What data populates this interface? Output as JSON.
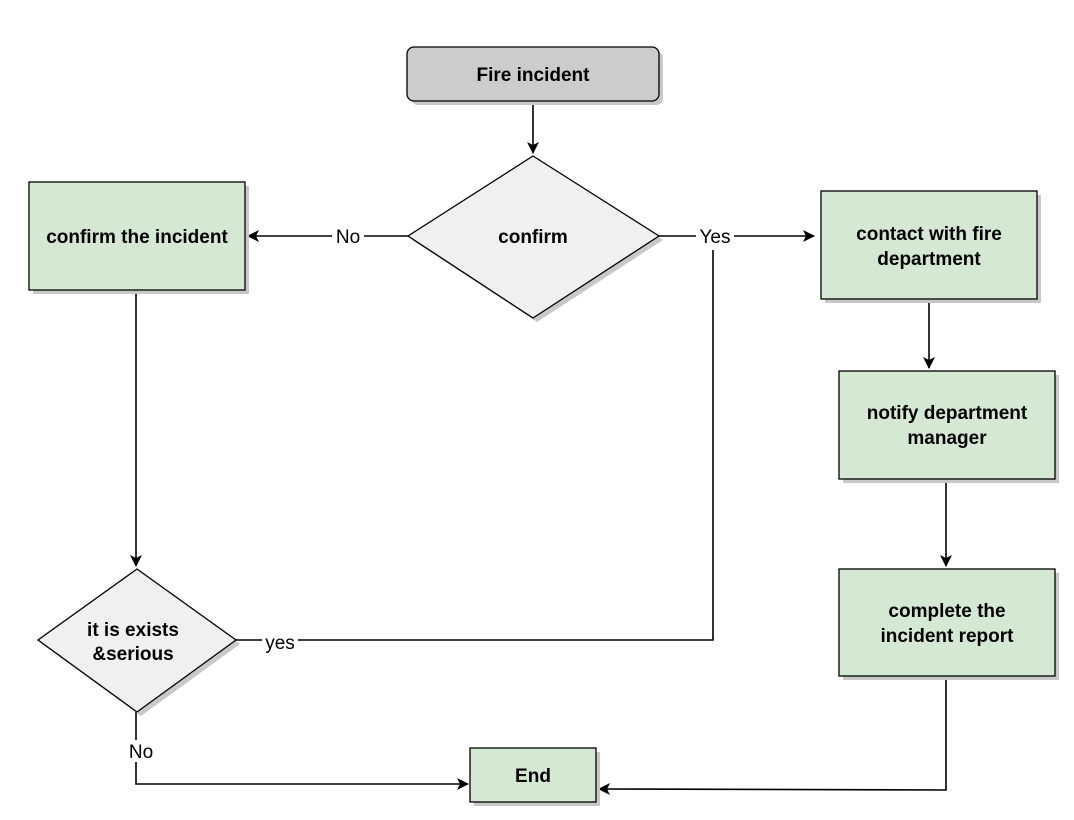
{
  "nodes": {
    "start": {
      "label": "Fire incident"
    },
    "confirm": {
      "label": "confirm"
    },
    "confirm_incident": {
      "label": "confirm the incident"
    },
    "contact": {
      "line1": "contact with fire",
      "line2": "department"
    },
    "notify": {
      "line1": "notify department",
      "line2": "manager"
    },
    "report": {
      "line1": "complete the",
      "line2": "incident report"
    },
    "exists": {
      "line1": "it is  exists",
      "line2": "&serious"
    },
    "end": {
      "label": "End"
    }
  },
  "edges": {
    "confirm_no": "No",
    "confirm_yes": "Yes",
    "exists_yes": "yes",
    "exists_no": "No"
  },
  "colors": {
    "start_fill": "#cccccc",
    "decision_fill": "#f0f0f0",
    "process_fill": "#d5e8d4",
    "shadow": "#c8c8c8",
    "stroke": "#000000"
  }
}
